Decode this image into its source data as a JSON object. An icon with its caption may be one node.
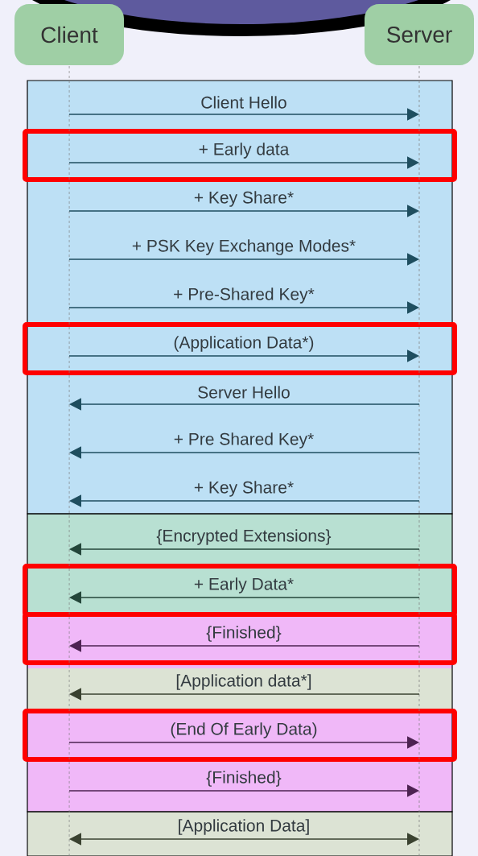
{
  "diagram": {
    "nodes": [
      {
        "text": [
          "Client"
        ]
      },
      {
        "text": [
          "Server"
        ]
      }
    ],
    "edges": [
      {
        "from": 0,
        "to": 1,
        "arrow": "to",
        "label": "Client Hello"
      },
      {
        "from": 0,
        "to": 1,
        "arrow": "to",
        "label": "+ Early data"
      },
      {
        "from": 0,
        "to": 1,
        "arrow": "to",
        "label": "+ Key Share*"
      },
      {
        "from": 0,
        "to": 1,
        "arrow": "to",
        "label": "+ PSK Key Exchange Modes*"
      },
      {
        "from": 0,
        "to": 1,
        "arrow": "to",
        "label": "+ Pre-Shared Key*"
      },
      {
        "from": 0,
        "to": 1,
        "arrow": "to",
        "label": "(Application Data*)"
      },
      {
        "from": 1,
        "to": 0,
        "arrow": "to",
        "label": "Server Hello"
      },
      {
        "from": 1,
        "to": 0,
        "arrow": "to",
        "label": "+ Pre Shared Key*"
      },
      {
        "from": 1,
        "to": 0,
        "arrow": "to",
        "label": "+ Key Share*"
      },
      {
        "from": 1,
        "to": 0,
        "arrow": "to",
        "label": "{Encrypted Extensions}",
        "color": "#24463a"
      },
      {
        "from": 1,
        "to": 0,
        "arrow": "to",
        "label": "+ Early Data*",
        "color": "#24463a"
      },
      {
        "from": 1,
        "to": 0,
        "arrow": "to",
        "label": "{Finished}",
        "color": "#4d2352"
      },
      {
        "from": 1,
        "to": 0,
        "arrow": "to",
        "label": "[Application data*]",
        "color": "#3a4230"
      },
      {
        "from": 0,
        "to": 1,
        "arrow": "to",
        "label": "(End Of Early Data)",
        "color": "#4d2352"
      },
      {
        "from": 0,
        "to": 1,
        "arrow": "to",
        "label": "{Finished}",
        "color": "#4d2352"
      },
      {
        "from": 1,
        "to": 0,
        "arrow": "both",
        "label": "[Application Data]",
        "color": "#3a4230"
      }
    ]
  }
}
